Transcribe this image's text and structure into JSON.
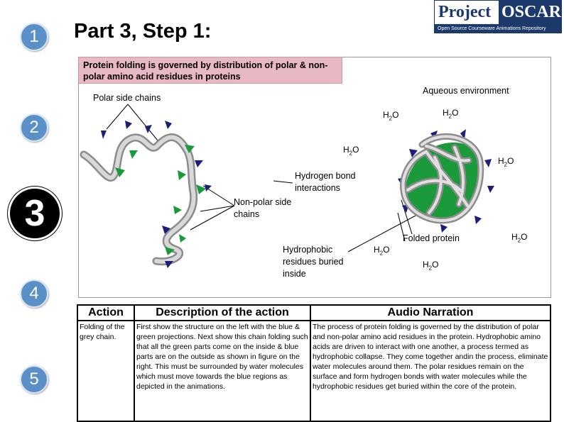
{
  "header": {
    "title": "Part 3, Step 1:",
    "logo_word1": "Project",
    "logo_word2": "OSCAR",
    "logo_subtitle": "Open Source Courseware Animations Repository"
  },
  "steps": [
    "1",
    "2",
    "3",
    "4",
    "5"
  ],
  "panel": {
    "banner": "Protein folding is governed by distribution of polar & non-polar amino acid residues in proteins",
    "labels": {
      "polar": "Polar side chains",
      "aqueous": "Aqueous environment",
      "hbond_1": "Hydrogen bond",
      "hbond_2": "interactions",
      "nonpolar_1": "Non-polar side",
      "nonpolar_2": "chains",
      "hydrophobic_1": "Hydrophobic",
      "hydrophobic_2": "residues buried",
      "hydrophobic_3": "inside",
      "folded": "Folded protein"
    },
    "water_base": "H",
    "water_sub": "2",
    "water_tail": "O"
  },
  "table": {
    "headers": [
      "Action",
      "Description of the action",
      "Audio Narration"
    ],
    "action": "Folding of the grey chain.",
    "description": "First show the structure on the left with the blue & green projections. Next show this chain folding such that all the green parts come on the inside & blue parts are on the outside as shown in figure on the right. This must be surrounded by water molecules which must move towards the blue regions as depicted in the animations.",
    "narration": "The process of protein folding is governed by the distribution of polar and non-polar amino acid residues in the protein. Hydrophobic amino acids are driven to interact with one another, a process termed as hydrophobic collapse. They come together andin the process, eliminate water molecules around them. The polar residues remain on the surface and form hydrogen bonds with water molecules while the hydrophobic residues get buried within the core of the protein."
  },
  "colors": {
    "step_circle": "#5a8fc8",
    "banner": "#e8b8c4",
    "chain": "#b8b8b8",
    "polar": "#1e1e7a",
    "nonpolar": "#1a9a3a",
    "logo_navy": "#1b3a6b"
  }
}
